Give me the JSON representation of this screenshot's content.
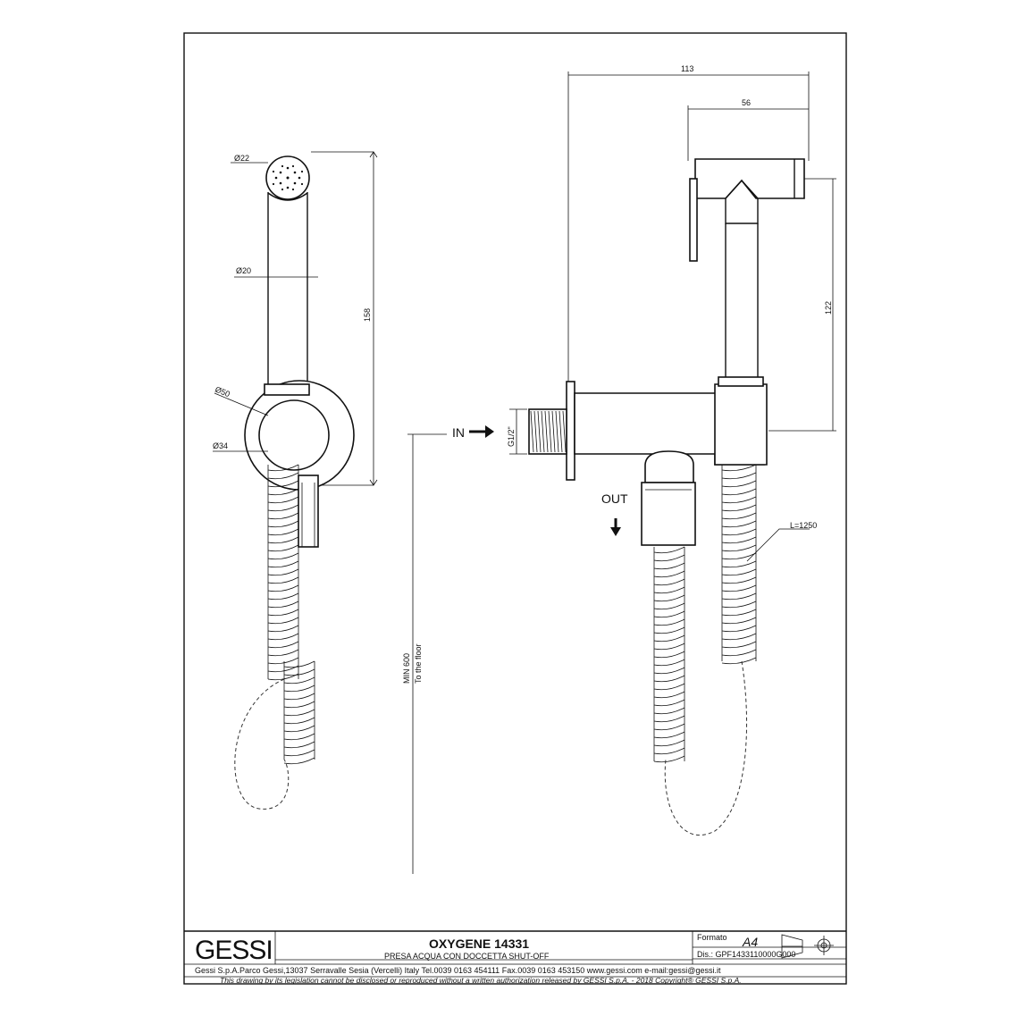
{
  "dimensions": {
    "d22": "Ø22",
    "d20": "Ø20",
    "d50": "Ø50",
    "d34": "Ø34",
    "h158": "158",
    "w113": "113",
    "w56": "56",
    "h122": "122",
    "thread": "G1/2\"",
    "hose_length": "L=1250",
    "min_height": "MIN 600",
    "to_floor": "To the floor"
  },
  "labels": {
    "in": "IN",
    "out": "OUT"
  },
  "title_block": {
    "logo": "GESSI",
    "product": "OXYGENE 14331",
    "description": "PRESA ACQUA CON DOCCETTA SHUT-OFF",
    "format_label": "Formato",
    "format_value": "A4",
    "drawing_no": "Dis.: GPF1433110000G000",
    "address": "Gessi S.p.A.Parco Gessi,13037 Serravalle Sesia (Vercelli) Italy Tel.0039 0163 454111 Fax.0039 0163 453150 www.gessi.com e-mail:gessi@gessi.it",
    "disclaimer": "This drawing by its legislation cannot be disclosed or reproduced without a written authorization released by GESSI S.p.A. - 2018 Copyright® GESSI S.p.A."
  }
}
